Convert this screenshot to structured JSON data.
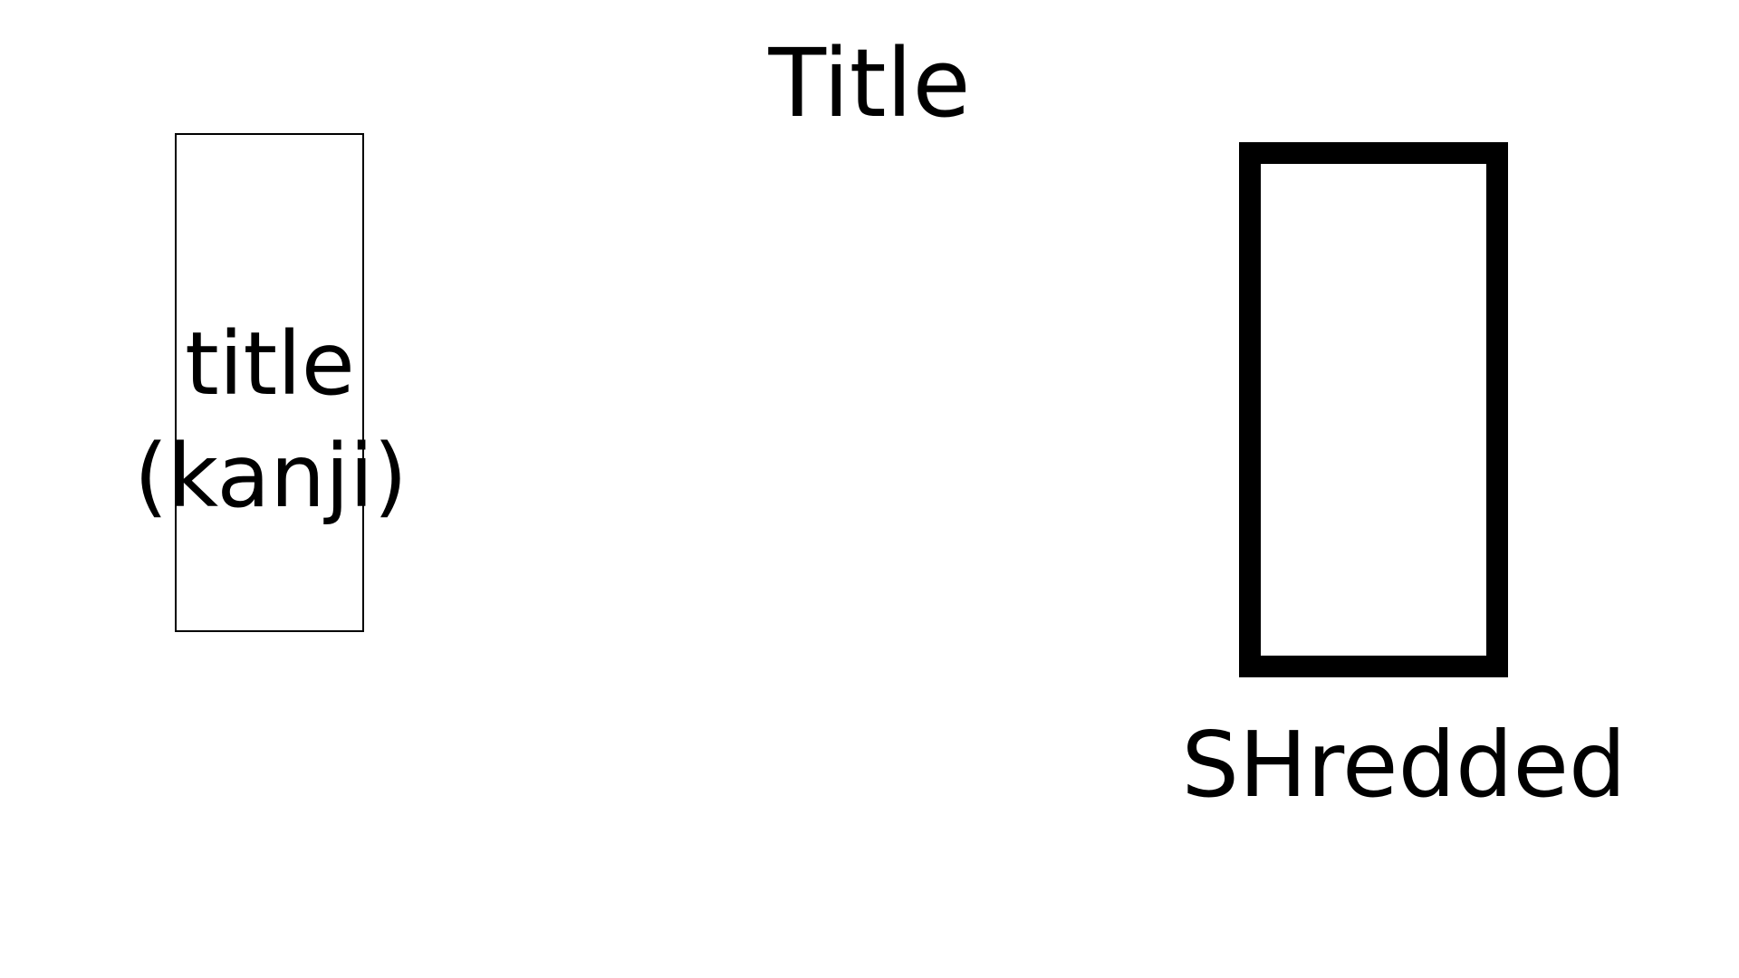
{
  "slide": {
    "title": "Title"
  },
  "left_box": {
    "line1": "title",
    "line2": "(kanji)"
  },
  "right_box": {
    "label": "SHredded"
  },
  "colors": {
    "background": "#ffffff",
    "stroke": "#000000",
    "text": "#000000"
  }
}
